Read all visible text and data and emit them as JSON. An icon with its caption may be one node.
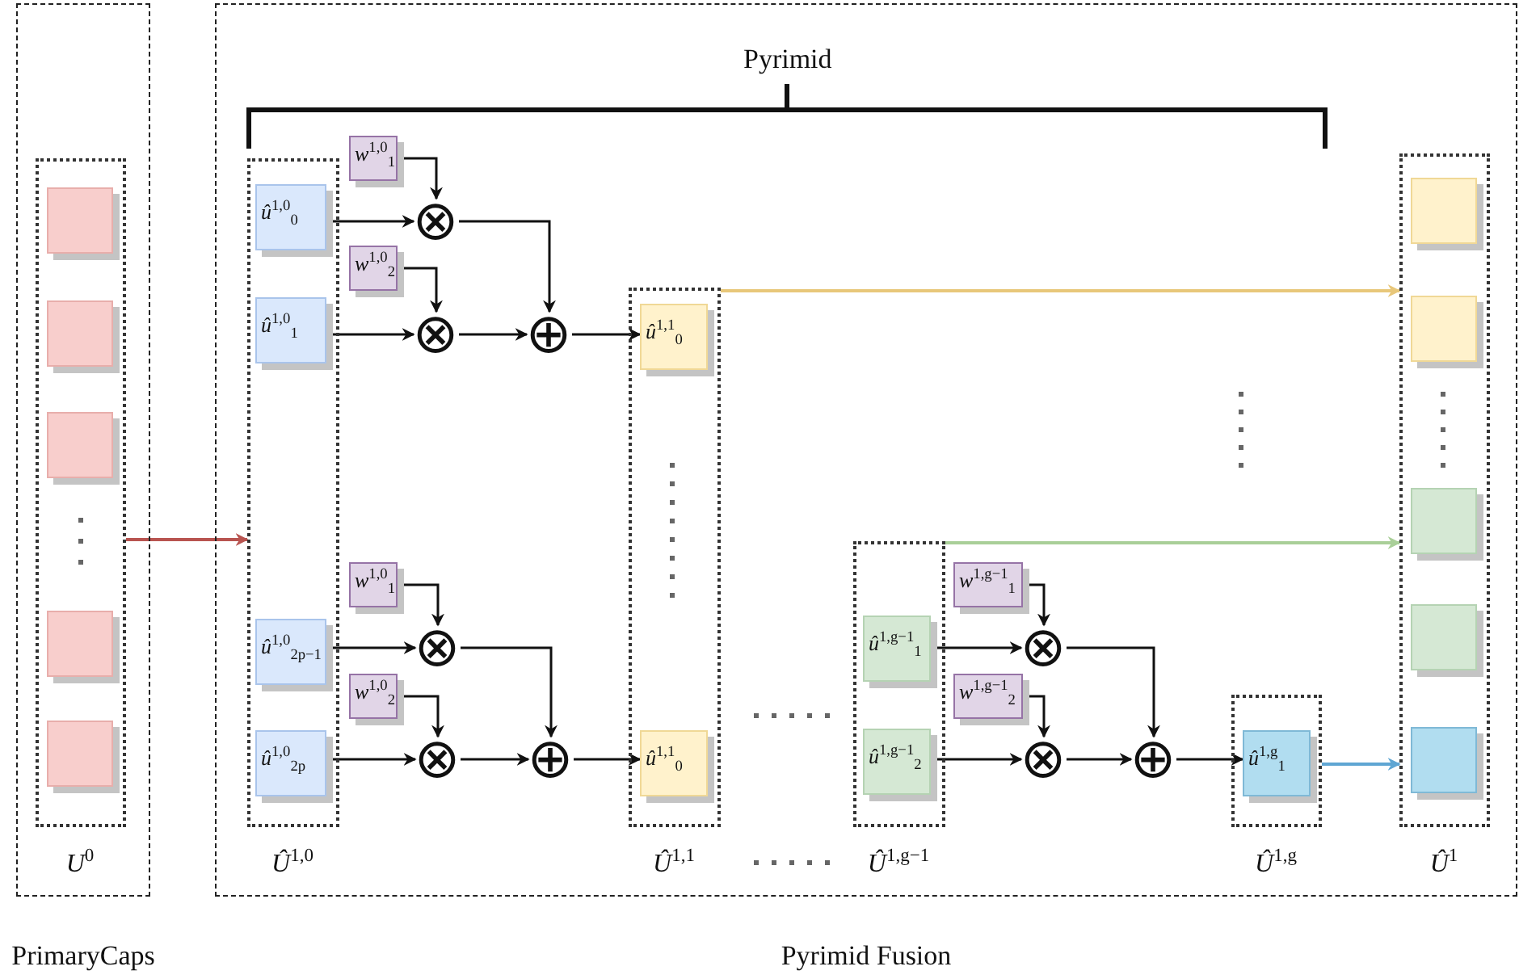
{
  "diagram": {
    "nodes": [
      {
        "text": [
          "PrimaryCaps"
        ]
      },
      {
        "text": [
          "*U*$^{0}$"
        ],
        "in": 0
      },
      {
        "text": [],
        "shape": "box",
        "in": 1
      },
      {
        "text": [],
        "shape": "box",
        "in": 1
      },
      {
        "text": [],
        "shape": "box",
        "in": 1
      },
      {
        "text": [],
        "shape": "box",
        "in": 1
      },
      {
        "text": [],
        "shape": "box",
        "in": 1
      },
      {
        "text": [
          "Pyrimid Fusion"
        ]
      },
      {
        "text": [
          "*Û*$^{1,0}$"
        ],
        "in": 7
      },
      {
        "text": [
          "*û*$^{1,0}$$_{0}$"
        ],
        "in": 8
      },
      {
        "text": [
          "*û*$^{1,0}$$_{1}$"
        ],
        "in": 8
      },
      {
        "text": [
          "*û*$^{1,0}$$_{2p−1}$"
        ],
        "in": 8
      },
      {
        "text": [
          "*û*$^{1,0}$$_{2p}$"
        ],
        "in": 8
      },
      {
        "text": [
          "*w*$^{1,0}$$_{1}$"
        ],
        "in": 7
      },
      {
        "text": [
          "⊗"
        ],
        "in": 7
      },
      {
        "text": [
          "*w*$^{1,0}$$_{2}$"
        ],
        "in": 7
      },
      {
        "text": [
          "⊗"
        ],
        "in": 7
      },
      {
        "text": [
          "⊕"
        ],
        "in": 7
      },
      {
        "text": [
          "*Û*$^{1,1}$"
        ],
        "in": 7
      },
      {
        "text": [
          "*û*$^{1,1}$$_{0}$"
        ],
        "in": 18
      },
      {
        "text": [
          "*û*$^{1,1}$$_{0}$"
        ],
        "in": 18
      },
      {
        "text": [
          "*w*$^{1,0}$$_{1}$"
        ],
        "in": 7
      },
      {
        "text": [
          "⊗"
        ],
        "in": 7
      },
      {
        "text": [
          "*w*$^{1,0}$$_{2}$"
        ],
        "in": 7
      },
      {
        "text": [
          "⊗"
        ],
        "in": 7
      },
      {
        "text": [
          "⊕"
        ],
        "in": 7
      },
      {
        "text": [
          "*Û*$^{1,g−1}$"
        ],
        "in": 7
      },
      {
        "text": [
          "*û*$^{1,g−1}$$_{1}$"
        ],
        "in": 26
      },
      {
        "text": [
          "*û*$^{1,g−1}$$_{2}$"
        ],
        "in": 26
      },
      {
        "text": [
          "*w*$^{1,g−1}$$_{1}$"
        ],
        "in": 7
      },
      {
        "text": [
          "⊗"
        ],
        "in": 7
      },
      {
        "text": [
          "*w*$^{1,g−1}$$_{2}$"
        ],
        "in": 7
      },
      {
        "text": [
          "⊗"
        ],
        "in": 7
      },
      {
        "text": [
          "⊕"
        ],
        "in": 7
      },
      {
        "text": [
          "*Û*$^{1,g}$"
        ],
        "in": 7
      },
      {
        "text": [
          "*û*$^{1,g}$$_{1}$"
        ],
        "in": 34
      },
      {
        "text": [
          "*Û*$^{1}$"
        ],
        "in": 7
      },
      {
        "text": [],
        "shape": "box",
        "in": 36
      },
      {
        "text": [],
        "shape": "box",
        "in": 36
      },
      {
        "text": [],
        "shape": "box",
        "in": 36
      },
      {
        "text": [],
        "shape": "box",
        "in": 36
      },
      {
        "text": [],
        "shape": "box",
        "in": 36
      }
    ],
    "edges": [
      {
        "from": 1,
        "to": 8,
        "arrow": "to",
        "color": "#b85450"
      },
      {
        "from": 9,
        "to": 14,
        "arrow": "to"
      },
      {
        "from": 13,
        "to": 14,
        "arrow": "to"
      },
      {
        "from": 10,
        "to": 16,
        "arrow": "to"
      },
      {
        "from": 15,
        "to": 16,
        "arrow": "to"
      },
      {
        "from": 14,
        "to": 17,
        "arrow": "to"
      },
      {
        "from": 16,
        "to": 17,
        "arrow": "to"
      },
      {
        "from": 17,
        "to": 19,
        "arrow": "to"
      },
      {
        "from": 11,
        "to": 22,
        "arrow": "to"
      },
      {
        "from": 21,
        "to": 22,
        "arrow": "to"
      },
      {
        "from": 12,
        "to": 24,
        "arrow": "to"
      },
      {
        "from": 23,
        "to": 24,
        "arrow": "to"
      },
      {
        "from": 22,
        "to": 25,
        "arrow": "to"
      },
      {
        "from": 24,
        "to": 25,
        "arrow": "to"
      },
      {
        "from": 25,
        "to": 20,
        "arrow": "to"
      },
      {
        "from": 18,
        "to": 36,
        "arrow": "to",
        "color": "#e8c77a"
      },
      {
        "from": 26,
        "to": 36,
        "arrow": "to",
        "color": "#a9cf98"
      },
      {
        "from": 34,
        "to": 36,
        "arrow": "to",
        "color": "#5fa6d3"
      },
      {
        "from": 27,
        "to": 30,
        "arrow": "to"
      },
      {
        "from": 29,
        "to": 30,
        "arrow": "to"
      },
      {
        "from": 28,
        "to": 32,
        "arrow": "to"
      },
      {
        "from": 31,
        "to": 32,
        "arrow": "to"
      },
      {
        "from": 30,
        "to": 33,
        "arrow": "to"
      },
      {
        "from": 32,
        "to": 33,
        "arrow": "to"
      },
      {
        "from": 33,
        "to": 35,
        "arrow": "to"
      }
    ],
    "labels": [
      "Pyrimid"
    ]
  }
}
